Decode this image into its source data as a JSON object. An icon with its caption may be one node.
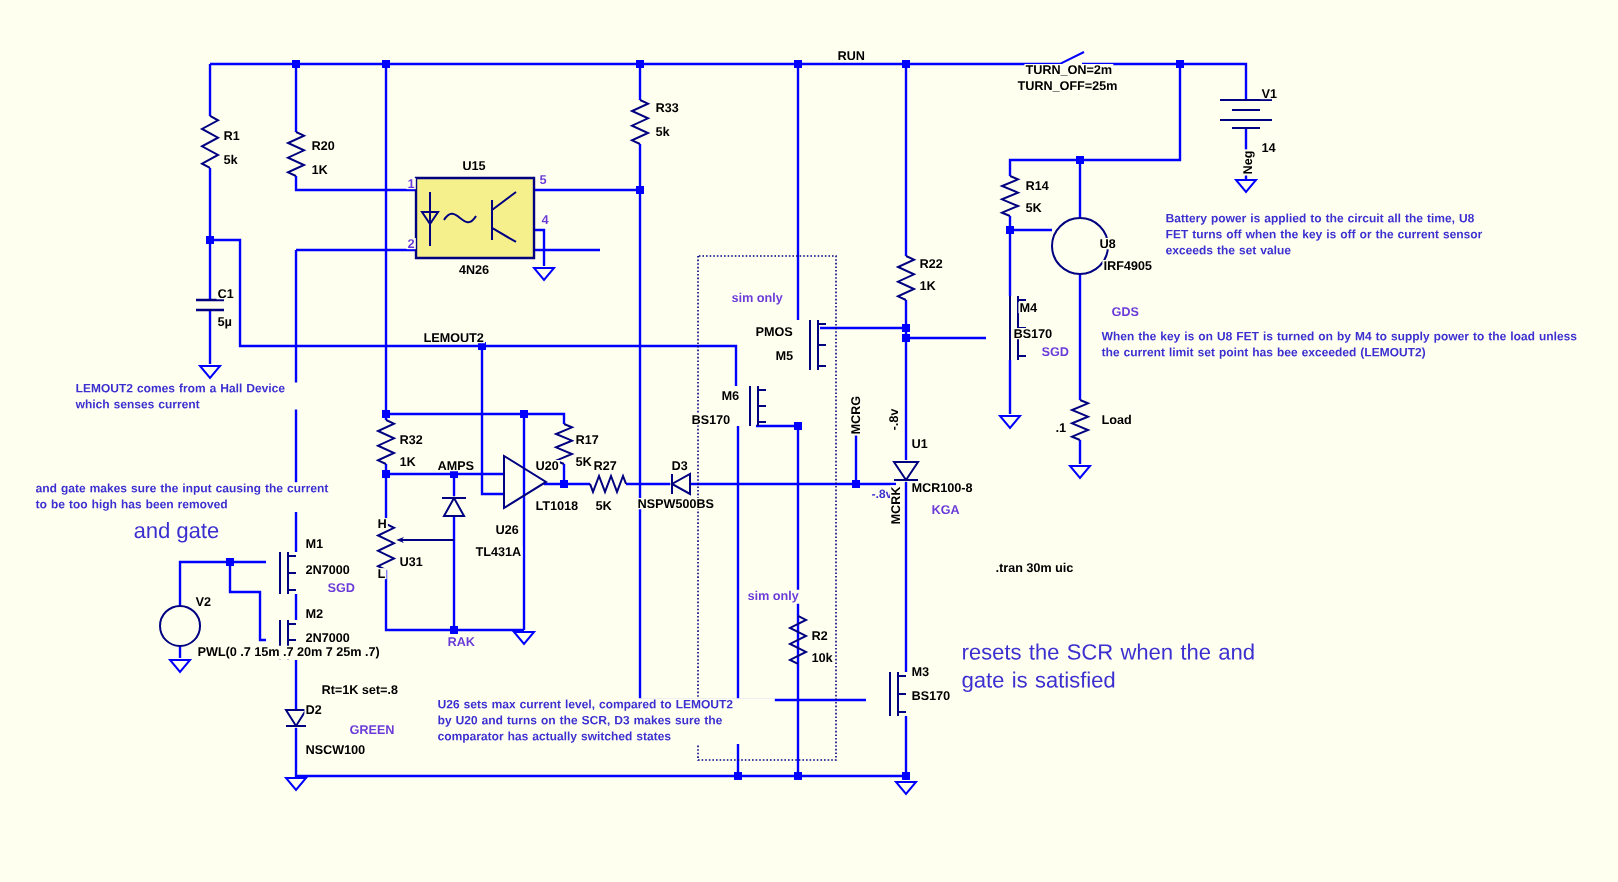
{
  "diagram": {
    "nodes": [
      {
        "text": [
          "U15",
          "4N26"
        ],
        "beside": [
          "1",
          "5",
          "4",
          "2"
        ]
      }
    ],
    "labels": [
      "RUN",
      "TURN_ON=2m",
      "TURN_OFF=25m",
      "V1",
      "R33",
      "5k",
      "R1",
      "R20",
      "14",
      "5k",
      "1K",
      "Neg",
      "R14",
      "5K",
      "Battery power is applied to the circuit all the time, U8 FET turns off when the key is off or the current sensor exceeds the set value",
      "U8",
      "R22",
      "IRF4905",
      "1K",
      "C1",
      "sim only",
      "M4",
      "GDS",
      "5µ",
      "PMOS",
      "BS170",
      "LEMOUT2",
      "When the key is on U8 FET is turned on by M4 to supply power to the load unless the current limit set point has bee exceeded (LEMOUT2)",
      "SGD",
      "M5",
      "LEMOUT2 comes from a Hall Device which senses current",
      "M6",
      "MCRG",
      "BS170",
      "Load",
      ".1",
      "U1",
      "-.8v",
      "R32",
      "R17",
      "1K",
      "AMPS",
      "U20",
      "5K",
      "R27",
      "D3",
      "-.8v",
      "MCR100-8",
      "and gate makes sure the input causing the current to be too high has been removed",
      "NSPW500BS",
      "LT1018",
      "5K",
      "KGA",
      "and gate",
      "MCRK",
      "U26",
      "H",
      "M1",
      "TL431A",
      "U31",
      ".tran 30m uic",
      "2N7000",
      "L",
      "SGD",
      "sim only",
      "V2",
      "M2",
      "R2",
      "2N7000",
      "RAK",
      "PWL(0 .7 15m .7 20m 7 25m .7)",
      "resets the SCR when the and gate is satisfied",
      "10k",
      "M3",
      "Rt=1K set=.8",
      "BS170",
      "U26 sets max current level, compared to LEMOUT2 by U20 and turns on the SCR, D3 makes sure the comparator has actually switched states",
      "D2",
      "GREEN",
      "NSCW100"
    ]
  }
}
